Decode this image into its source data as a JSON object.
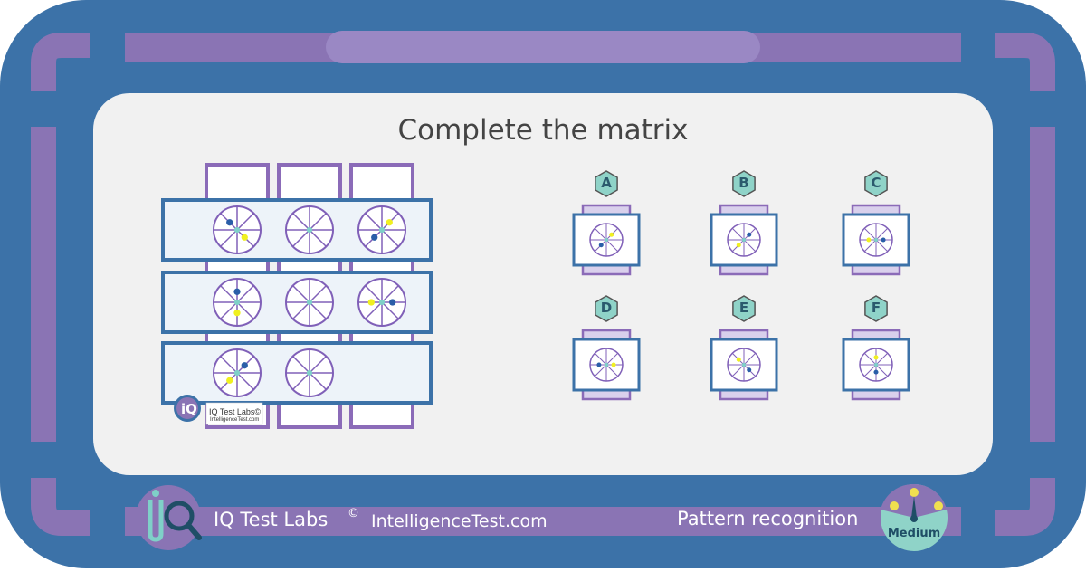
{
  "puzzle": {
    "title": "Complete the matrix",
    "matrix": [
      [
        {
          "dots": [
            {
              "color": "blue",
              "pos": 7
            },
            {
              "color": "yellow",
              "pos": 3
            }
          ]
        },
        {
          "dots": []
        },
        {
          "dots": [
            {
              "color": "yellow",
              "pos": 1
            },
            {
              "color": "blue",
              "pos": 5
            }
          ]
        }
      ],
      [
        {
          "dots": [
            {
              "color": "blue",
              "pos": 0
            },
            {
              "color": "yellow",
              "pos": 4
            }
          ]
        },
        {
          "dots": []
        },
        {
          "dots": [
            {
              "color": "blue",
              "pos": 2
            },
            {
              "color": "yellow",
              "pos": 6
            }
          ]
        }
      ],
      [
        {
          "dots": [
            {
              "color": "blue",
              "pos": 1
            },
            {
              "color": "yellow",
              "pos": 5
            }
          ]
        },
        {
          "dots": []
        },
        null
      ]
    ],
    "options": [
      {
        "label": "A",
        "dots": [
          {
            "color": "yellow",
            "pos": 1
          },
          {
            "color": "blue",
            "pos": 5
          }
        ]
      },
      {
        "label": "B",
        "dots": [
          {
            "color": "blue",
            "pos": 1
          },
          {
            "color": "yellow",
            "pos": 5
          }
        ]
      },
      {
        "label": "C",
        "dots": [
          {
            "color": "blue",
            "pos": 2
          },
          {
            "color": "yellow",
            "pos": 6
          }
        ]
      },
      {
        "label": "D",
        "dots": [
          {
            "color": "yellow",
            "pos": 2
          },
          {
            "color": "blue",
            "pos": 6
          }
        ]
      },
      {
        "label": "E",
        "dots": [
          {
            "color": "blue",
            "pos": 3
          },
          {
            "color": "yellow",
            "pos": 7
          }
        ]
      },
      {
        "label": "F",
        "dots": [
          {
            "color": "yellow",
            "pos": 0
          },
          {
            "color": "blue",
            "pos": 4
          }
        ]
      }
    ],
    "watermark": {
      "brand": "IQ Test Labs©",
      "site": "IntelligenceTest.com"
    }
  },
  "footer": {
    "brand": "IQ Test Labs",
    "copyright_mark": "©",
    "site": "IntelligenceTest.com",
    "category": "Pattern recognition",
    "difficulty": "Medium"
  },
  "colors": {
    "frame_blue": "#3c72a8",
    "frame_purple": "#8a74b4",
    "panel_bg": "#f0f0f0",
    "row_bar": "#edf3f9",
    "column_bar_border": "#8b6bb8",
    "wheel_stroke": "#8060b8",
    "wheel_center": "#7fd0c8",
    "dot_blue": "#2a5ea8",
    "dot_yellow": "#f0f020",
    "label_hex": "#8fd3c8"
  }
}
